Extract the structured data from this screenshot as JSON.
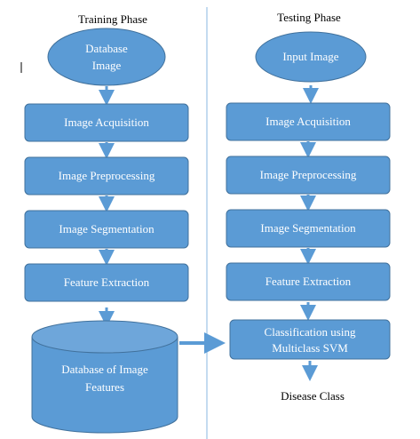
{
  "training": {
    "heading": "Training Phase",
    "start": {
      "line1": "Database",
      "line2": "Image"
    },
    "steps": [
      "Image Acquisition",
      "Image Preprocessing",
      "Image Segmentation",
      "Feature Extraction"
    ],
    "store": {
      "line1": "Database of Image",
      "line2": "Features"
    }
  },
  "testing": {
    "heading": "Testing Phase",
    "start": "Input Image",
    "steps": [
      "Image Acquisition",
      "Image Preprocessing",
      "Image Segmentation",
      "Feature Extraction"
    ],
    "classify": {
      "line1": "Classification using",
      "line2": "Multiclass SVM"
    },
    "output": "Disease Class"
  },
  "colors": {
    "box_fill": "#5b9bd5",
    "box_stroke": "#41719c",
    "text_on_box": "#ffffff",
    "text_plain": "#000000",
    "divider": "#9dc3e6"
  }
}
